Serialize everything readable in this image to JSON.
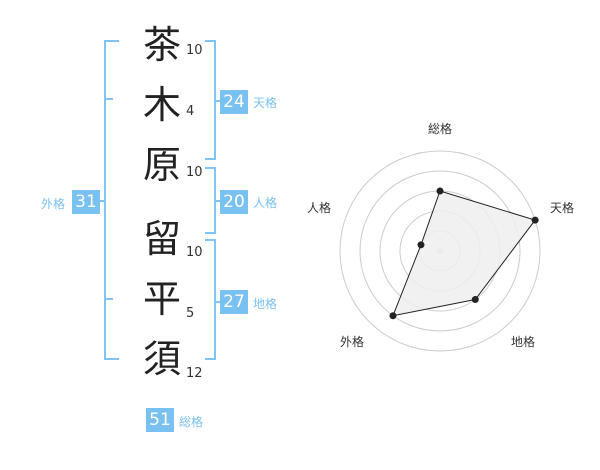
{
  "colors": {
    "accent": "#79c1f1",
    "bracket": "#7fc4f2",
    "grid": "#cccccc",
    "area": "#efefef",
    "line": "#222222"
  },
  "name": {
    "chars": [
      {
        "char": "茶",
        "strokes": "10"
      },
      {
        "char": "木",
        "strokes": "4"
      },
      {
        "char": "原",
        "strokes": "10"
      },
      {
        "char": "留",
        "strokes": "10"
      },
      {
        "char": "平",
        "strokes": "5"
      },
      {
        "char": "須",
        "strokes": "12"
      }
    ]
  },
  "kakusu": {
    "tenkaku": {
      "value": "24",
      "label": "天格"
    },
    "jinkaku": {
      "value": "20",
      "label": "人格"
    },
    "chikaku": {
      "value": "27",
      "label": "地格"
    },
    "gaikaku": {
      "value": "31",
      "label": "外格"
    },
    "soukaku": {
      "value": "51",
      "label": "総格"
    }
  },
  "chart_data": {
    "type": "radar",
    "categories": [
      "総格",
      "天格",
      "地格",
      "外格",
      "人格"
    ],
    "values": [
      3,
      5,
      3,
      4,
      1
    ],
    "max": 5,
    "rings": 5,
    "grid": true
  }
}
